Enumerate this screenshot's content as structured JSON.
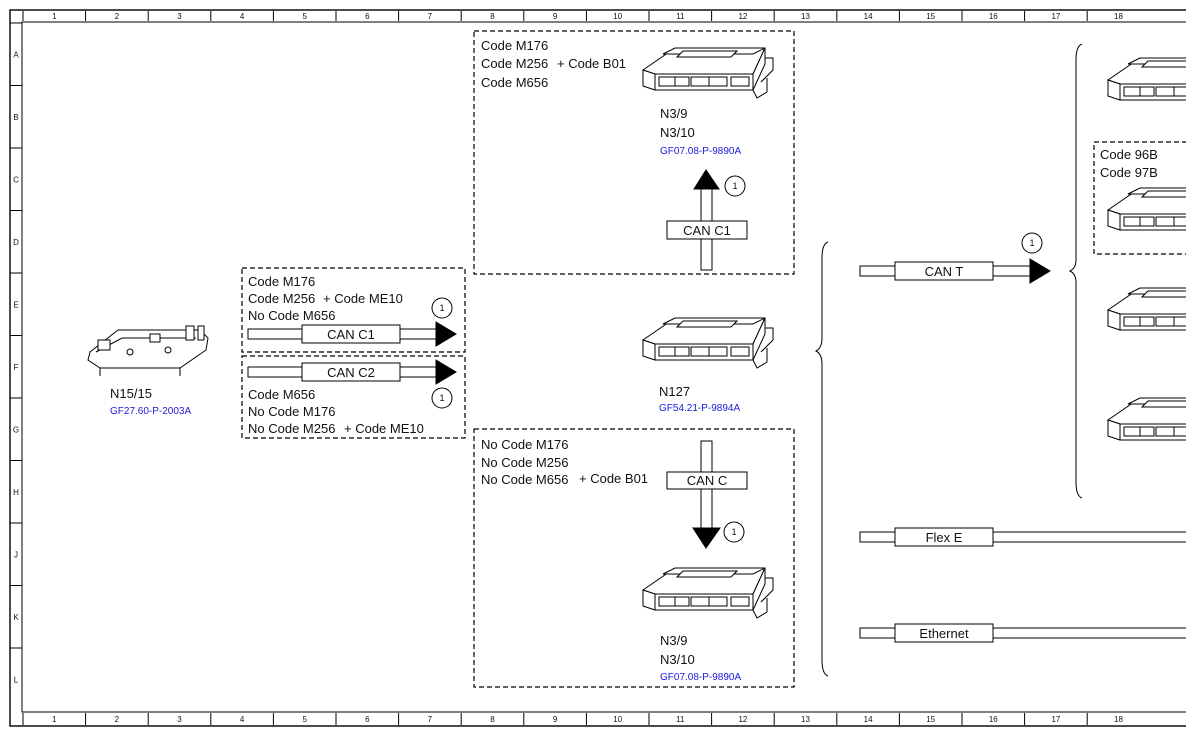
{
  "grid": {
    "columns": [
      "1",
      "2",
      "3",
      "4",
      "5",
      "6",
      "7",
      "8",
      "9",
      "10",
      "11",
      "12",
      "13",
      "14",
      "15",
      "16",
      "17",
      "18"
    ],
    "rows": [
      "A",
      "B",
      "C",
      "D",
      "E",
      "F",
      "G",
      "H",
      "J",
      "K",
      "L"
    ]
  },
  "colors": {
    "ink": "#000000",
    "link": "#1a1adb",
    "fill": "#ffffff"
  },
  "components": {
    "n15_15": {
      "label": "N15/15",
      "ref": "GF27.60-P-2003A"
    },
    "n127": {
      "label": "N127",
      "ref": "GF54.21-P-9894A"
    },
    "n3_top": {
      "line1": "N3/9",
      "line2": "N3/10",
      "ref": "GF07.08-P-9890A"
    },
    "n3_bottom": {
      "line1": "N3/9",
      "line2": "N3/10",
      "ref": "GF07.08-P-9890A"
    }
  },
  "boxes": {
    "top": [
      "Code M176",
      "Code M256",
      "+ Code B01",
      "Code M656"
    ],
    "left_upper": [
      "Code M176",
      "Code M256",
      "+ Code ME10",
      "No Code M656"
    ],
    "left_lower": [
      "Code M656",
      "No Code M176",
      "No Code M256",
      "+ Code ME10"
    ],
    "bottom": [
      "No Code M176",
      "No Code M256",
      "No Code M656",
      "+ Code B01"
    ],
    "right": [
      "Code 96B",
      "Code 97B"
    ]
  },
  "buses": {
    "can_c1_up": "CAN C1",
    "can_c1": "CAN C1",
    "can_c2": "CAN C2",
    "can_c": "CAN C",
    "can_t": "CAN T",
    "flex_e": "Flex E",
    "ethernet": "Ethernet"
  },
  "markers": {
    "footnote": "1"
  }
}
